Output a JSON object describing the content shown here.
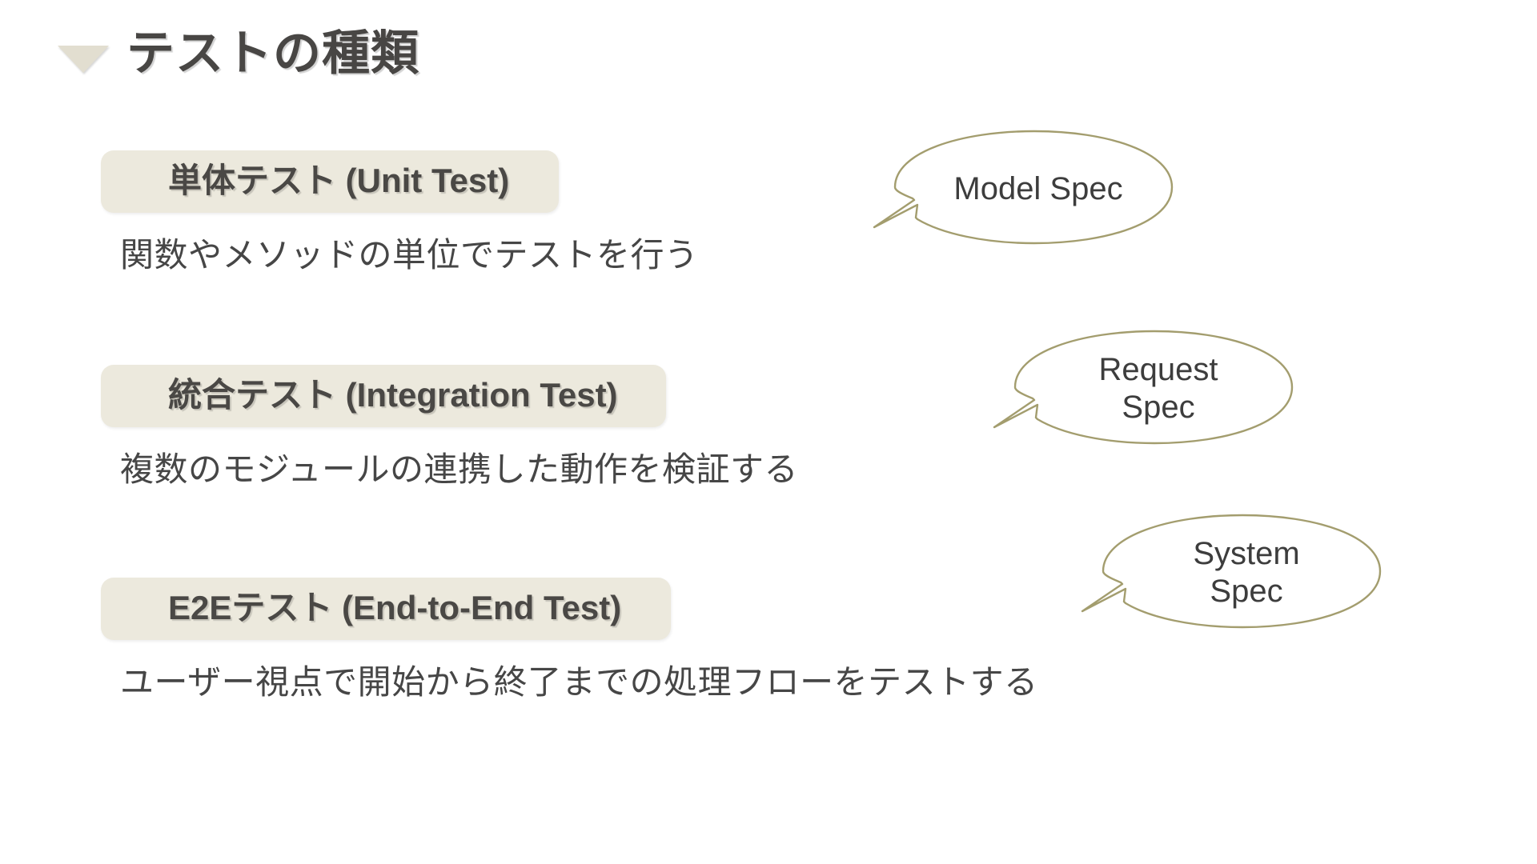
{
  "slide": {
    "background_color": "#ffffff",
    "title": {
      "bullet_icon": "triangle-down-icon",
      "bullet_color": "#e2ded0",
      "text": "テストの種類",
      "color": "#484644"
    },
    "accent_colors": {
      "chip_background": "#ece9dd",
      "bubble_outline": "#a39d6e",
      "text_dark": "#454545"
    },
    "blocks": [
      {
        "id": "unit",
        "label": "単体テスト (Unit Test)",
        "description": "関数やメソッドの単位でテストを行う"
      },
      {
        "id": "integration",
        "label": "統合テスト (Integration Test)",
        "description": "複数のモジュールの連携した動作を検証する"
      },
      {
        "id": "e2e",
        "label": "E2Eテスト (End-to-End Test)",
        "description": "ユーザー視点で開始から終了までの処理フローをテストする"
      }
    ],
    "bubbles": [
      {
        "id": "model",
        "line1": "Model Spec",
        "line2": ""
      },
      {
        "id": "request",
        "line1": "Request",
        "line2": "Spec"
      },
      {
        "id": "system",
        "line1": "System",
        "line2": "Spec"
      }
    ]
  }
}
